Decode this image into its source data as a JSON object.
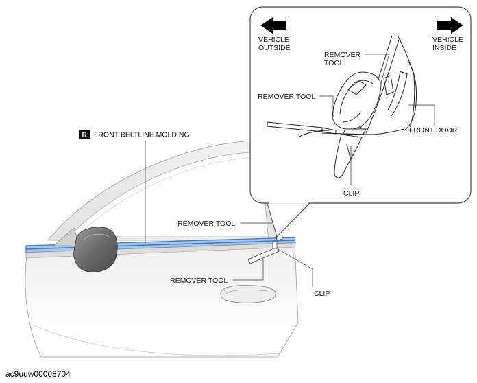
{
  "labels": {
    "badge": "R",
    "front_beltline_molding": "FRONT BELTLINE MOLDING",
    "remover_tool_door_upper": "REMOVER TOOL",
    "remover_tool_door_lower": "REMOVER TOOL",
    "clip_door": "CLIP",
    "vehicle_outside_1": "VEHICLE",
    "vehicle_outside_2": "OUTSIDE",
    "vehicle_inside_1": "VEHICLE",
    "vehicle_inside_2": "INSIDE",
    "remover_tool_detail_top_1": "REMOVER",
    "remover_tool_detail_top_2": "TOOL",
    "remover_tool_detail_left": "REMOVER TOOL",
    "front_door": "FRONT DOOR",
    "clip_detail": "CLIP"
  },
  "image_code": "ac9uuw00008704",
  "colors": {
    "molding_blue": "#3a78c0",
    "line": "#222222",
    "panel_gray": "#d9d9d9"
  }
}
